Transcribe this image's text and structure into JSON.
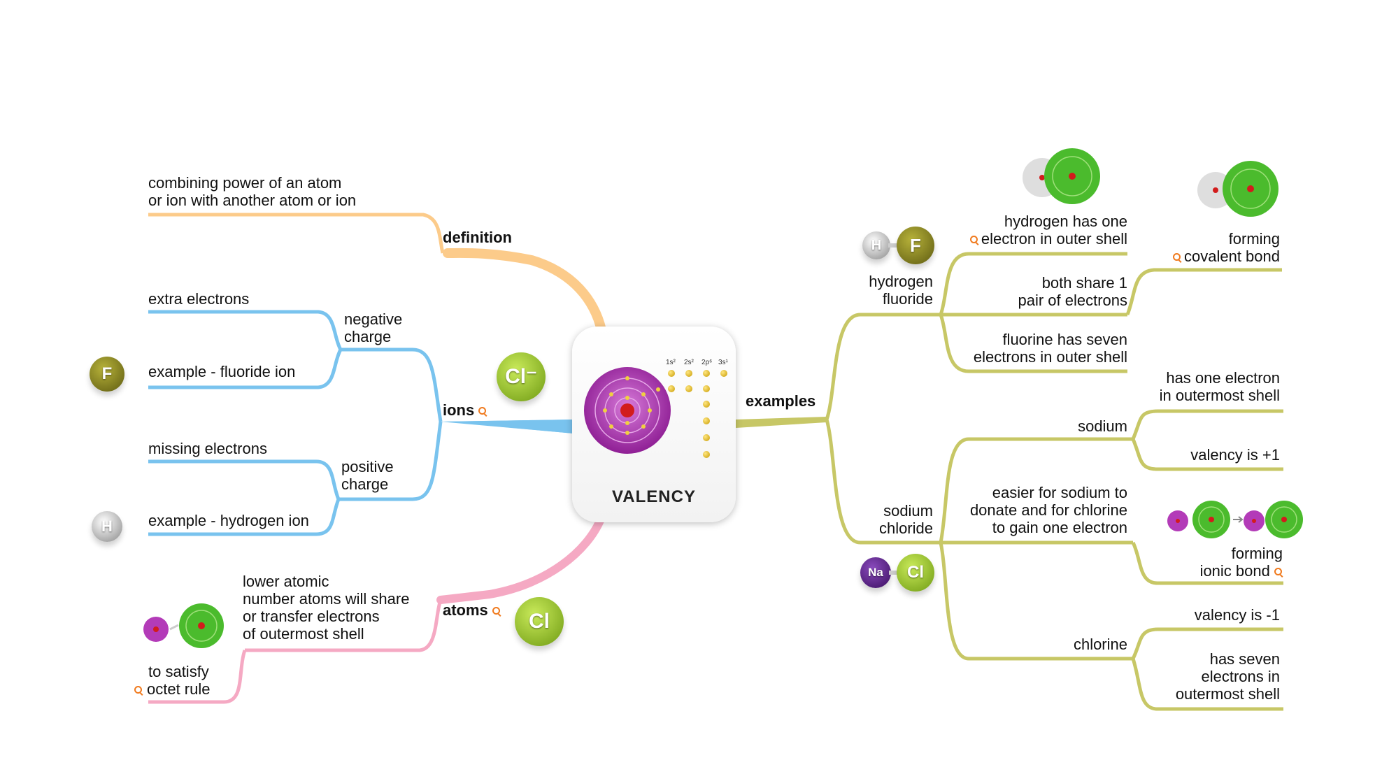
{
  "center": {
    "title": "VALENCY",
    "orbitals": [
      "1s²",
      "2s²",
      "2p⁶",
      "3s¹"
    ]
  },
  "definition": {
    "label": "definition",
    "text_line1": "combining power of an atom",
    "text_line2": "or ion with another atom or ion"
  },
  "ions": {
    "label": "ions",
    "icon_symbol": "Cl",
    "icon_superscript": "⁻",
    "negative": {
      "label_line1": "negative",
      "label_line2": "charge",
      "item1": "extra electrons",
      "item2": "example - fluoride ion",
      "item2_icon": "F"
    },
    "positive": {
      "label_line1": "positive",
      "label_line2": "charge",
      "item1": "missing electrons",
      "item2": "example - hydrogen ion",
      "item2_icon": "H"
    }
  },
  "atoms": {
    "label": "atoms",
    "icon_symbol": "Cl",
    "child_line1": "lower atomic",
    "child_line2": "number atoms will share",
    "child_line3": "or transfer electrons",
    "child_line4": "of outermost shell",
    "leaf_line1": "to satisfy",
    "leaf_line2": "octet rule"
  },
  "examples": {
    "label": "examples",
    "hf": {
      "label_line1": "hydrogen",
      "label_line2": "fluoride",
      "mol_h": "H",
      "mol_f": "F",
      "c1_line1": "hydrogen has one",
      "c1_line2": "electron in outer shell",
      "c2_line1": "both share 1",
      "c2_line2": "pair of electrons",
      "c3_line1": "fluorine has seven",
      "c3_line2": "electrons in outer shell",
      "bond_line1": "forming",
      "bond_line2": "covalent bond"
    },
    "nacl": {
      "label_line1": "sodium",
      "label_line2": "chloride",
      "mol_na": "Na",
      "mol_cl": "Cl",
      "sodium": "sodium",
      "sodium_c1_line1": "has one electron",
      "sodium_c1_line2": "in outermost shell",
      "sodium_c2": "valency is +1",
      "middle_line1": "easier for sodium to",
      "middle_line2": "donate and for chlorine",
      "middle_line3": "to gain one electron",
      "ionic_line1": "forming",
      "ionic_line2": "ionic bond",
      "chlorine": "chlorine",
      "chlorine_c1": "valency is -1",
      "chlorine_c2_line1": "has seven",
      "chlorine_c2_line2": "electrons in",
      "chlorine_c2_line3": "outermost shell"
    }
  },
  "colors": {
    "definition": "#fccb8a",
    "ions": "#79c3ee",
    "atoms": "#f5a9c3",
    "examples": "#c7c766",
    "search_icon": "#f07a1e"
  }
}
